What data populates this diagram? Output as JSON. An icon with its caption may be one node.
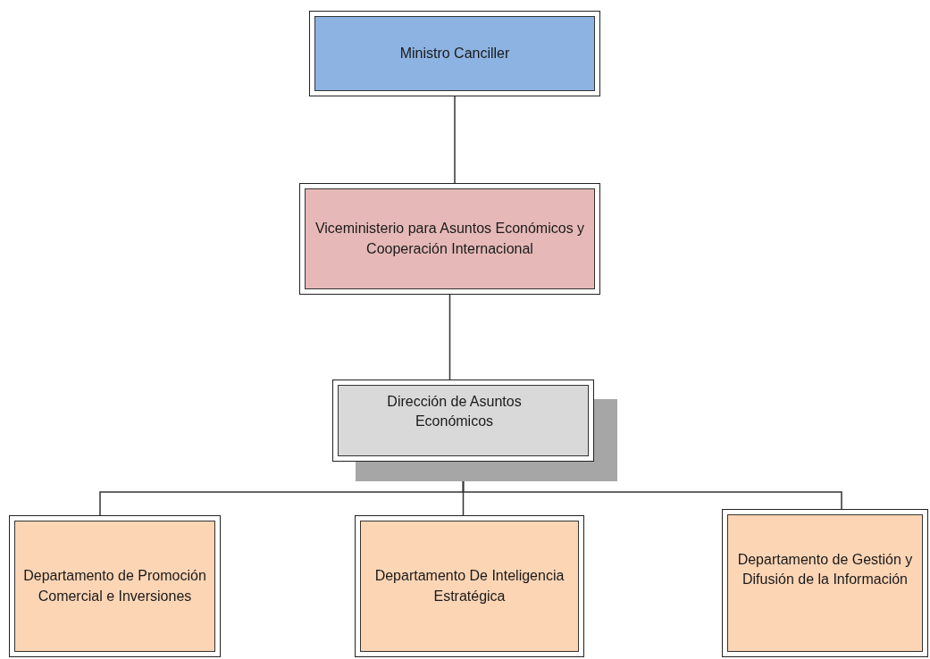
{
  "diagram": {
    "nodes": [
      {
        "text": [
          "Ministro Canciller"
        ]
      },
      {
        "text": [
          "Viceministerio para Asuntos Económicos y Cooperación Internacional"
        ]
      },
      {
        "text": [
          "Dirección de Asuntos Económicos"
        ]
      },
      {
        "text": [
          "Departamento de Promoción Comercial e Inversiones"
        ]
      },
      {
        "text": [
          "Departamento De Inteligencia Estratégica"
        ]
      },
      {
        "text": [
          "Departamento de Gestión y Difusión de la Información"
        ]
      }
    ],
    "edges": [
      {
        "from": 0,
        "to": 1,
        "arrow": "none"
      },
      {
        "from": 1,
        "to": 2,
        "arrow": "none"
      },
      {
        "from": 2,
        "to": 3,
        "arrow": "none"
      },
      {
        "from": 2,
        "to": 4,
        "arrow": "none"
      },
      {
        "from": 2,
        "to": 5,
        "arrow": "none"
      }
    ]
  }
}
